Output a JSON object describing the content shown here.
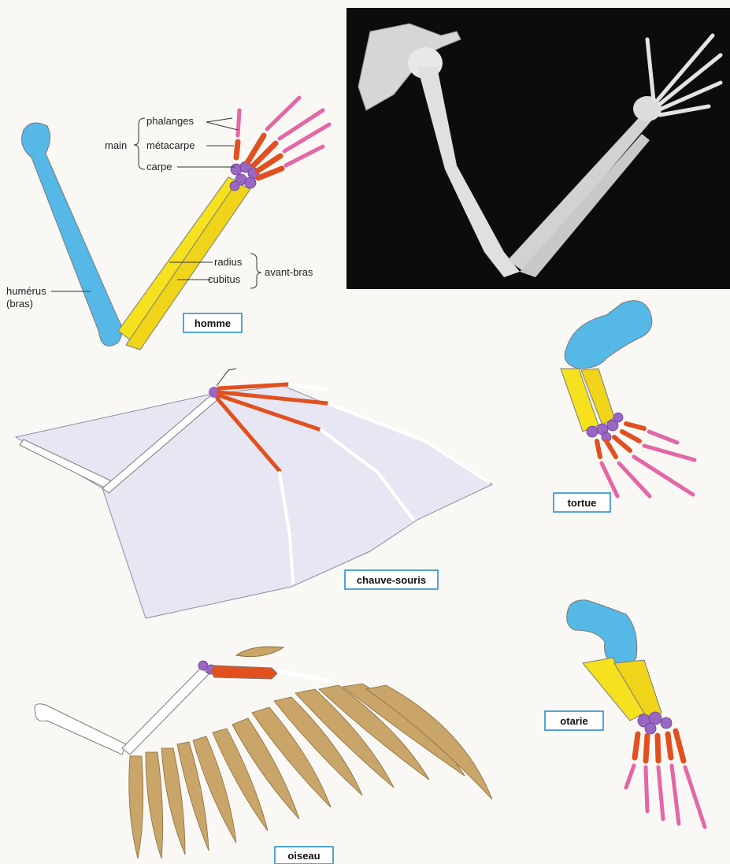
{
  "colors": {
    "humerus": "#55b8e6",
    "radius_ulna": "#f5e11e",
    "carpals": "#9a66c4",
    "metacarpals": "#e2501f",
    "phalanges": "#e466a6",
    "box_border": "#2a8fd0",
    "photo_bg": "#0c0c0c",
    "membrane": "#e6e7f3",
    "feather": "#c9a56a"
  },
  "labels": {
    "phalanges": "phalanges",
    "main": "main",
    "metacarpe": "métacarpe",
    "carpe": "carpe",
    "radius": "radius",
    "cubitus": "cubitus",
    "avant_bras": "avant-bras",
    "humerus": "humérus",
    "bras": "(bras)"
  },
  "species": {
    "homme": "homme",
    "tortue": "tortue",
    "chauve_souris": "chauve-souris",
    "otarie": "otarie",
    "oiseau": "oiseau"
  }
}
